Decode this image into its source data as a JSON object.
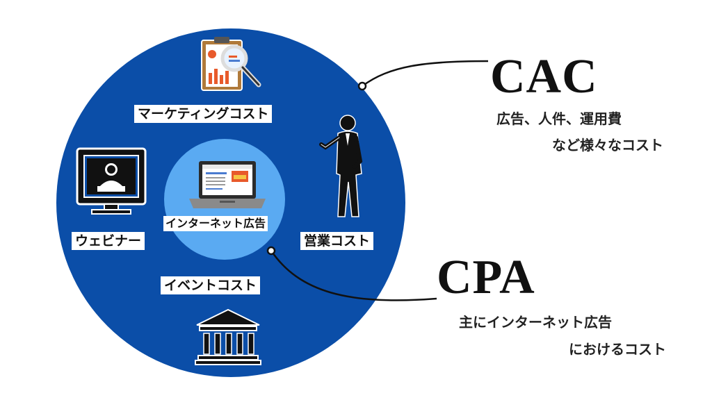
{
  "colors": {
    "outer_circle": "#0b4ea8",
    "inner_circle": "#5aaaf2",
    "text": "#111111",
    "background": "#ffffff"
  },
  "nodes": {
    "marketing_cost": "マーケティングコスト",
    "webinar": "ウェビナー",
    "internet_ad": "インターネット広告",
    "sales_cost": "営業コスト",
    "event_cost": "イベントコスト"
  },
  "icons": {
    "marketing": "analysis-clipboard-icon",
    "webinar": "webinar-monitor-icon",
    "internet_ad": "laptop-icon",
    "sales": "businessman-presenting-icon",
    "event": "building-columns-icon"
  },
  "callouts": {
    "cac": {
      "title": "CAC",
      "line1": "広告、人件、運用費",
      "line2": "など様々なコスト"
    },
    "cpa": {
      "title": "CPA",
      "line1": "主にインターネット広告",
      "line2": "におけるコスト"
    }
  }
}
